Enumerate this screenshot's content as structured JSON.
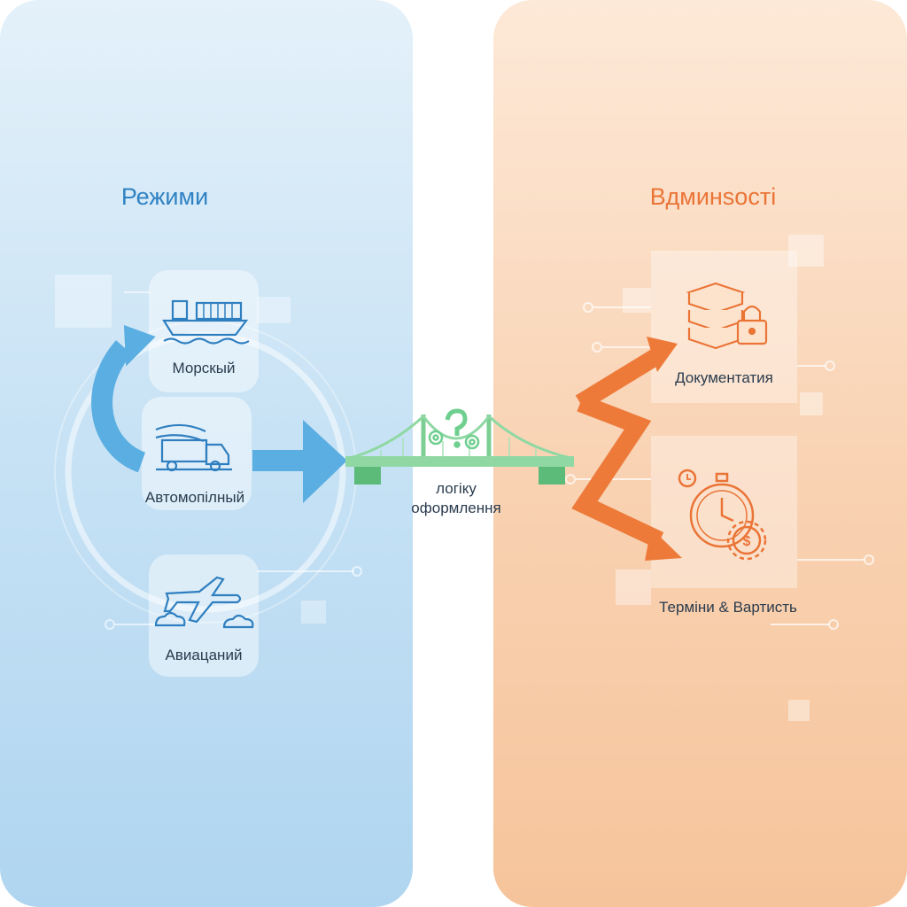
{
  "modes": {
    "heading": "Режими",
    "sea": "Морскый",
    "road": "Автомопiлный",
    "air": "Авиацаний"
  },
  "bridge": {
    "line1": "логiку",
    "line2": "оформлення"
  },
  "needs": {
    "heading": "Вдминsocтi",
    "documentation": "Документатия",
    "timing_cost": "Термiни & Вартисть"
  },
  "colors": {
    "blue": "#2f82c3",
    "orange": "#ea7436",
    "green": "#6fcf8f"
  }
}
